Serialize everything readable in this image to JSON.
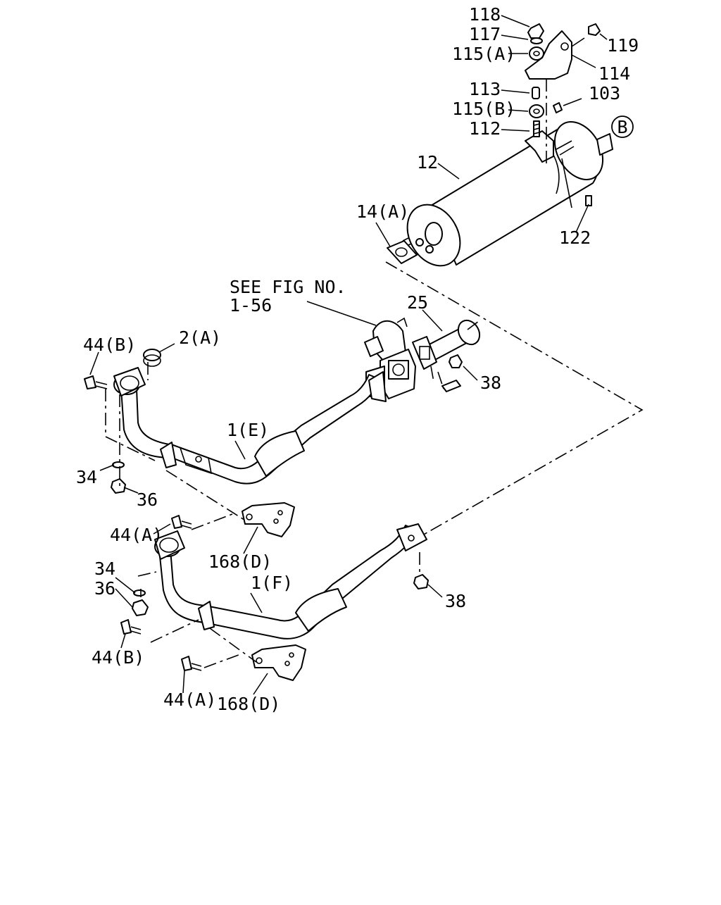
{
  "see_fig": {
    "line1": "SEE FIG NO.",
    "line2": "1-56"
  },
  "callout_marker": "B",
  "labels": {
    "p118": "118",
    "p117": "117",
    "p115a": "115(A)",
    "p119": "119",
    "p114": "114",
    "p113": "113",
    "p103": "103",
    "p115b": "115(B)",
    "p112": "112",
    "p12": "12",
    "p14a": "14(A)",
    "p122": "122",
    "p25": "25",
    "p38_upper": "38",
    "p2a": "2(A)",
    "p44b_upper": "44(B)",
    "p1e": "1(E)",
    "p34_upper": "34",
    "p36_upper": "36",
    "p44a_upper": "44(A)",
    "p168d_upper": "168(D)",
    "p34_lower": "34",
    "p36_lower": "36",
    "p1f": "1(F)",
    "p38_lower": "38",
    "p44b_lower": "44(B)",
    "p44a_lower": "44(A)",
    "p168d_lower": "168(D)"
  }
}
